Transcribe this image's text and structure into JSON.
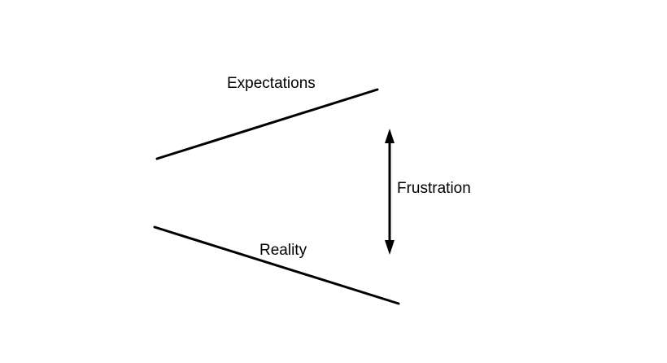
{
  "diagram": {
    "labels": {
      "expectations": "Expectations",
      "frustration": "Frustration",
      "reality": "Reality"
    },
    "colors": {
      "line": "#000000",
      "background": "#ffffff"
    }
  }
}
